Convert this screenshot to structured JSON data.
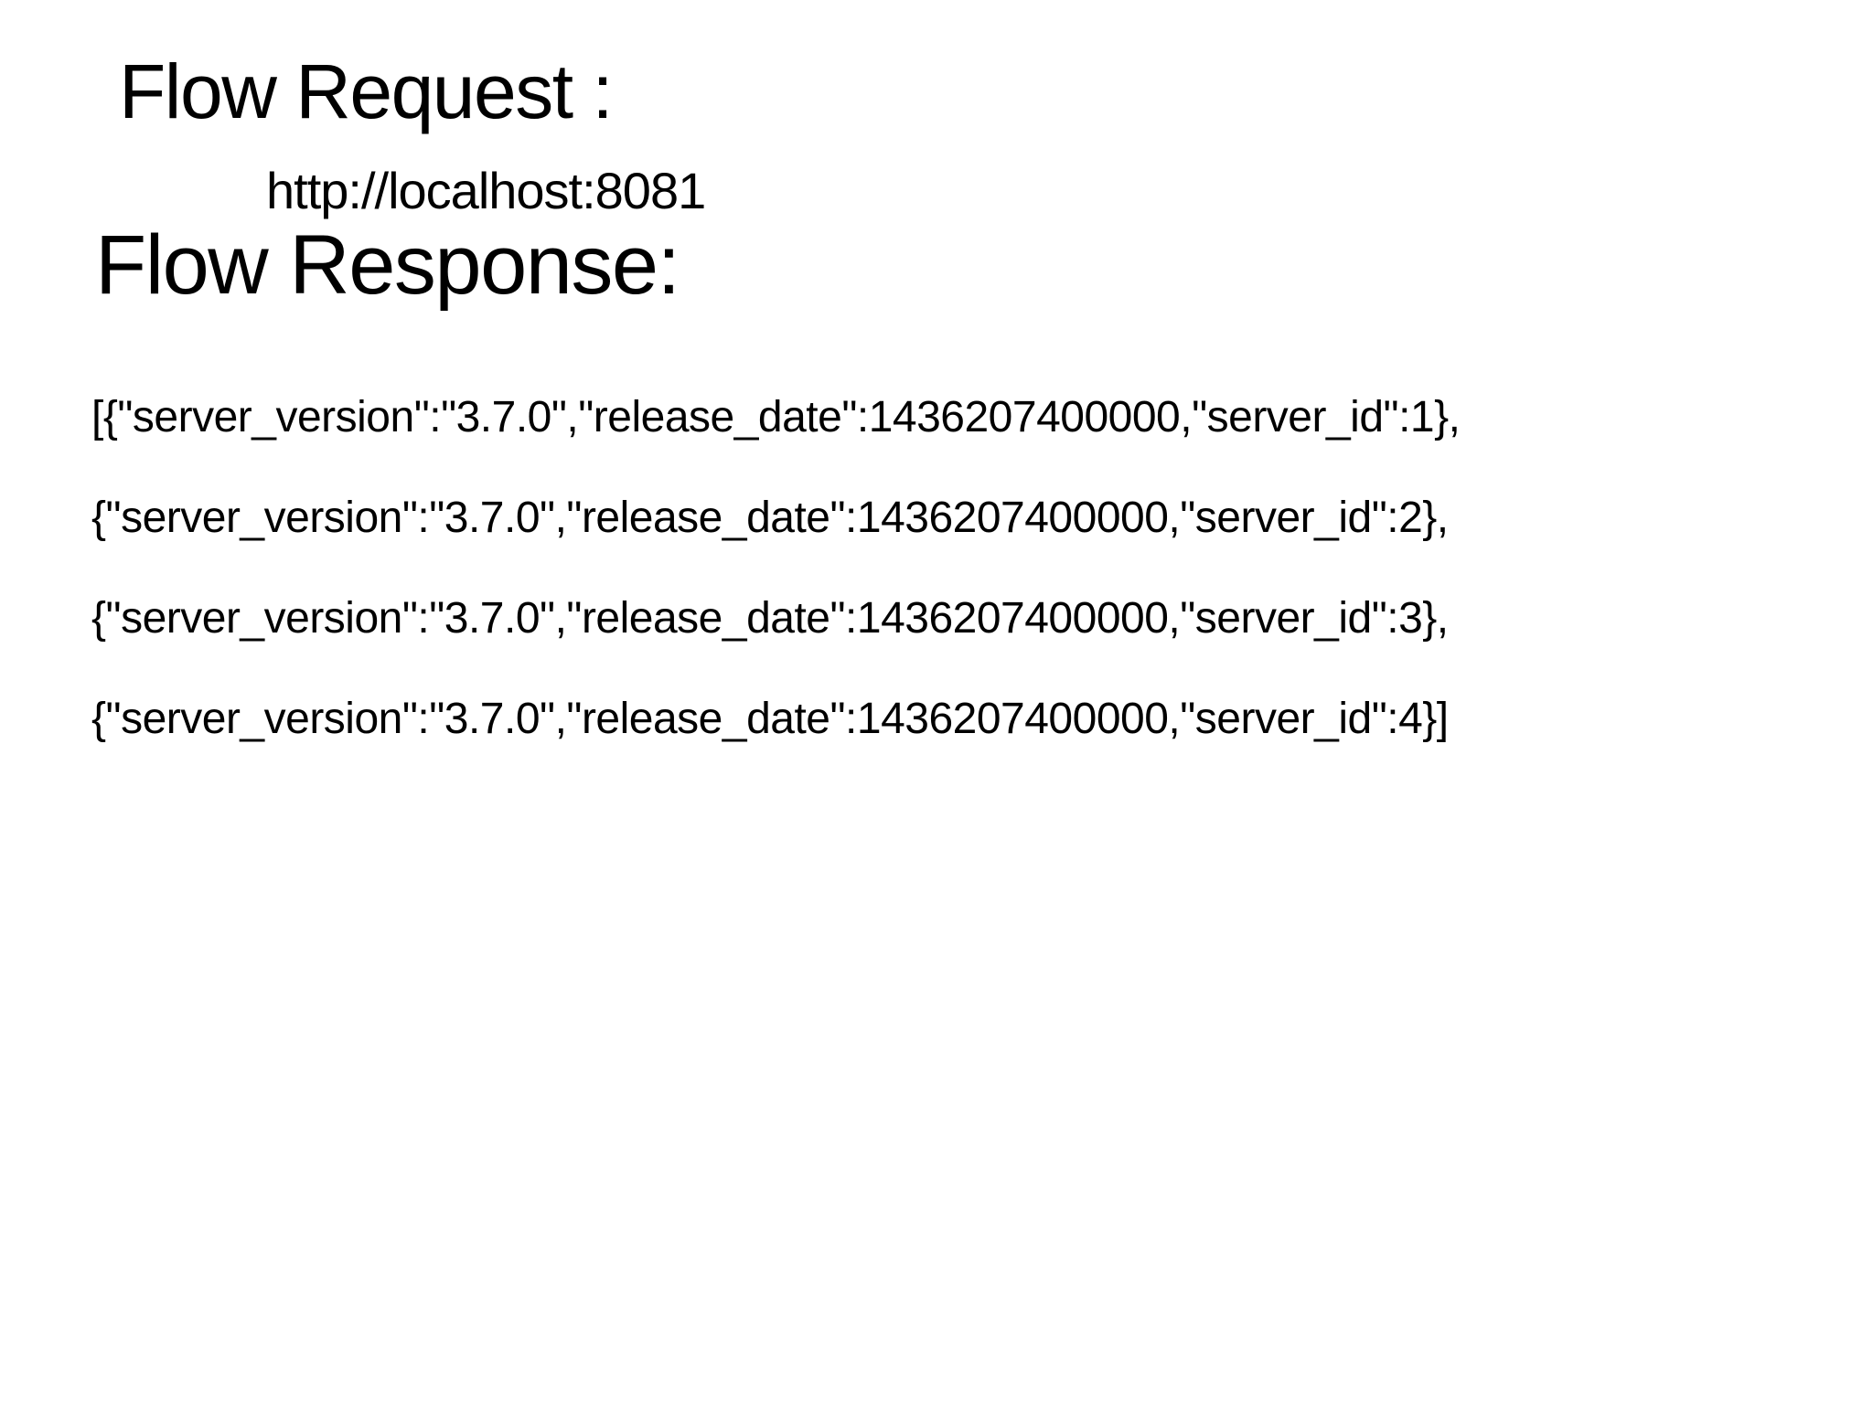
{
  "page": {
    "background_color": "#ffffff",
    "text_color": "#000000"
  },
  "request": {
    "heading": "Flow Request :",
    "url": "http://localhost:8081"
  },
  "response": {
    "heading": "Flow Response:",
    "lines": [
      "[{\"server_version\":\"3.7.0\",\"release_date\":1436207400000,\"server_id\":1},",
      "{\"server_version\":\"3.7.0\",\"release_date\":1436207400000,\"server_id\":2},",
      "{\"server_version\":\"3.7.0\",\"release_date\":1436207400000,\"server_id\":3},",
      "{\"server_version\":\"3.7.0\",\"release_date\":1436207400000,\"server_id\":4}]"
    ]
  }
}
